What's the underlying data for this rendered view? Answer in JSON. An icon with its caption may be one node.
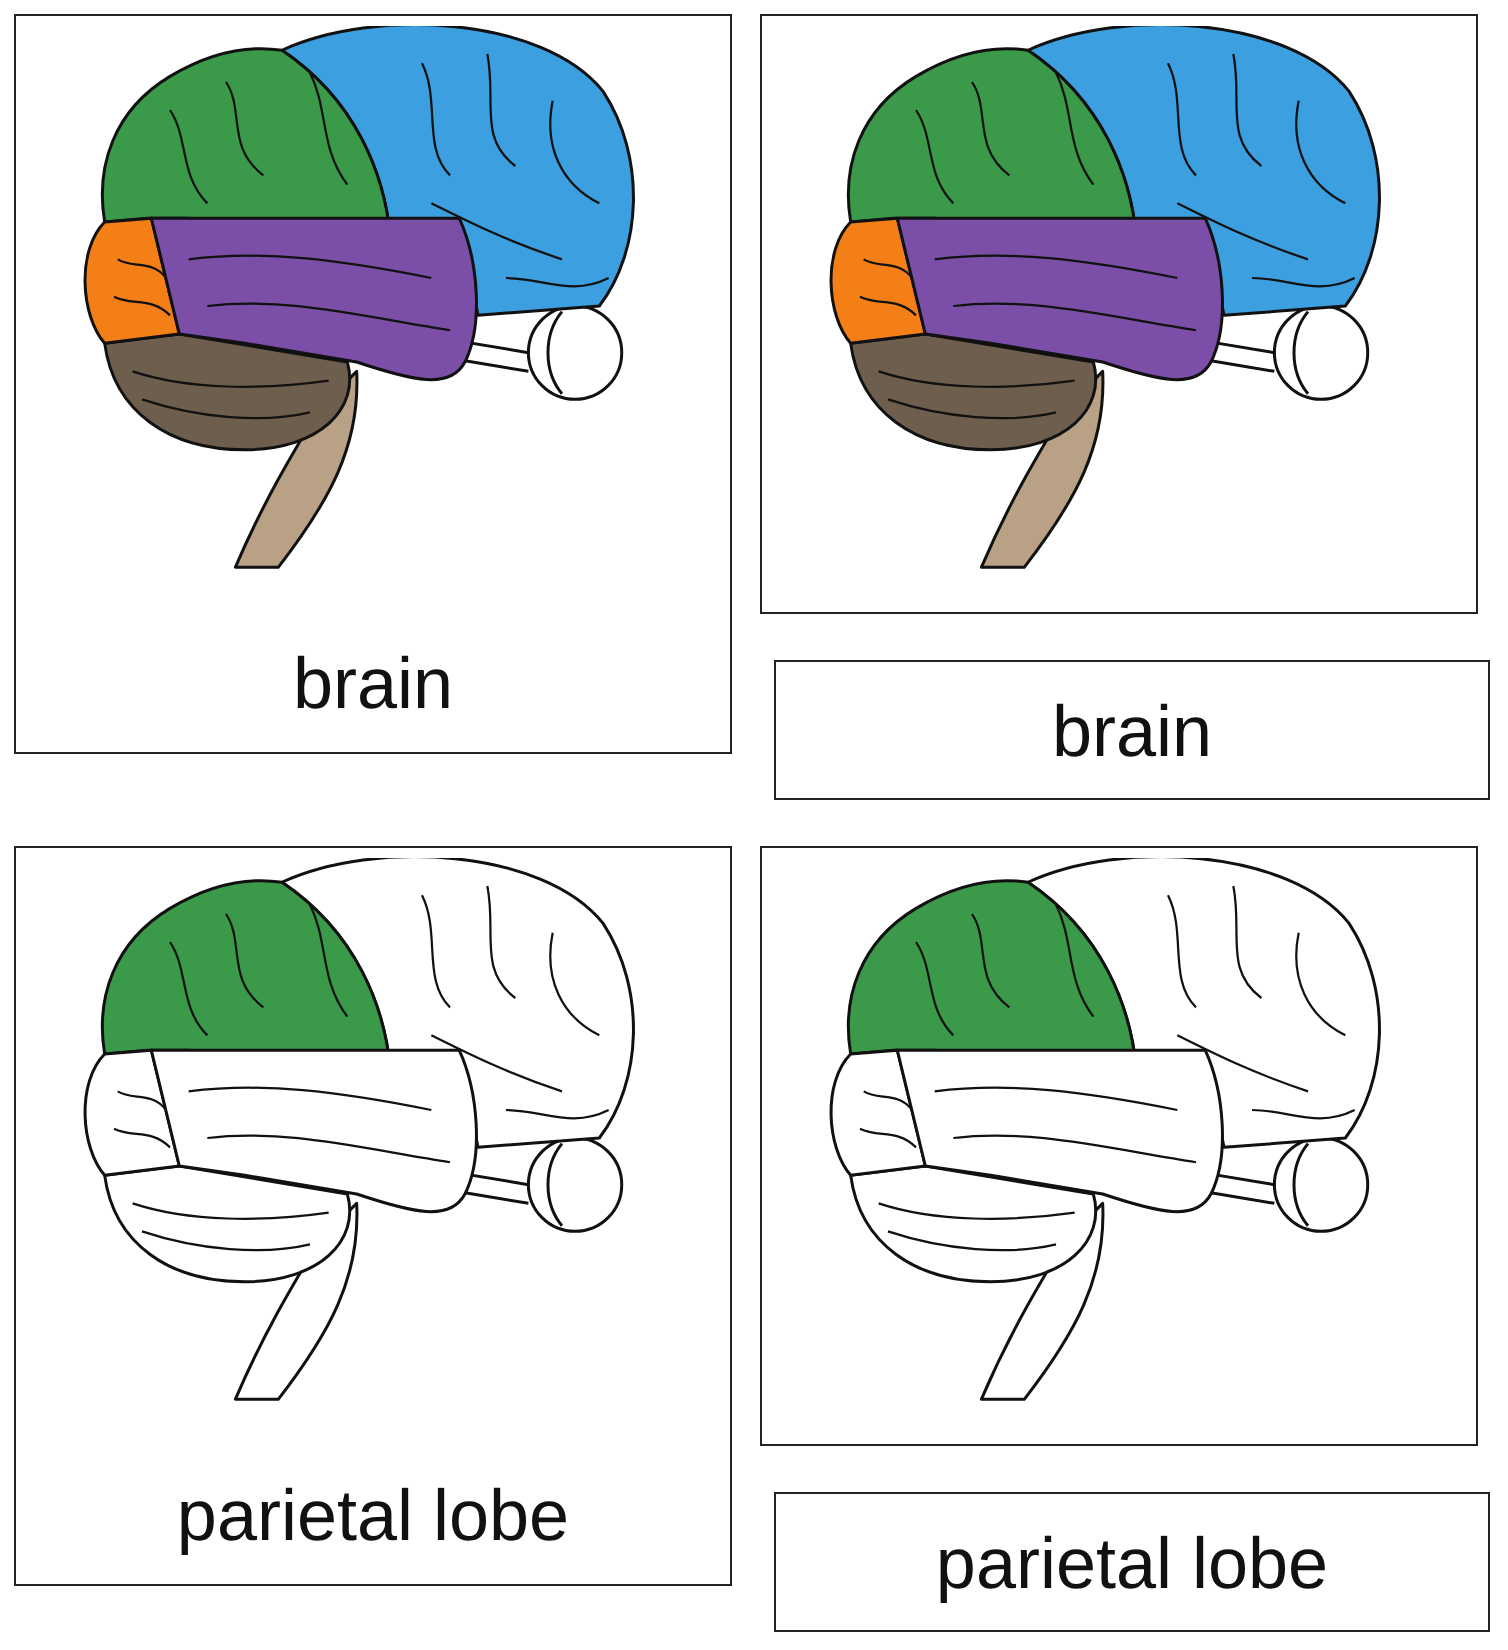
{
  "diagram": {
    "nodes": [
      {
        "text": [
          "brain"
        ]
      },
      {
        "text": [],
        "shape": "picture"
      },
      {
        "text": [
          "brain"
        ]
      },
      {
        "text": [
          "parietal lobe"
        ]
      },
      {
        "text": [],
        "shape": "picture"
      },
      {
        "text": [
          "parietal lobe"
        ]
      }
    ]
  }
}
